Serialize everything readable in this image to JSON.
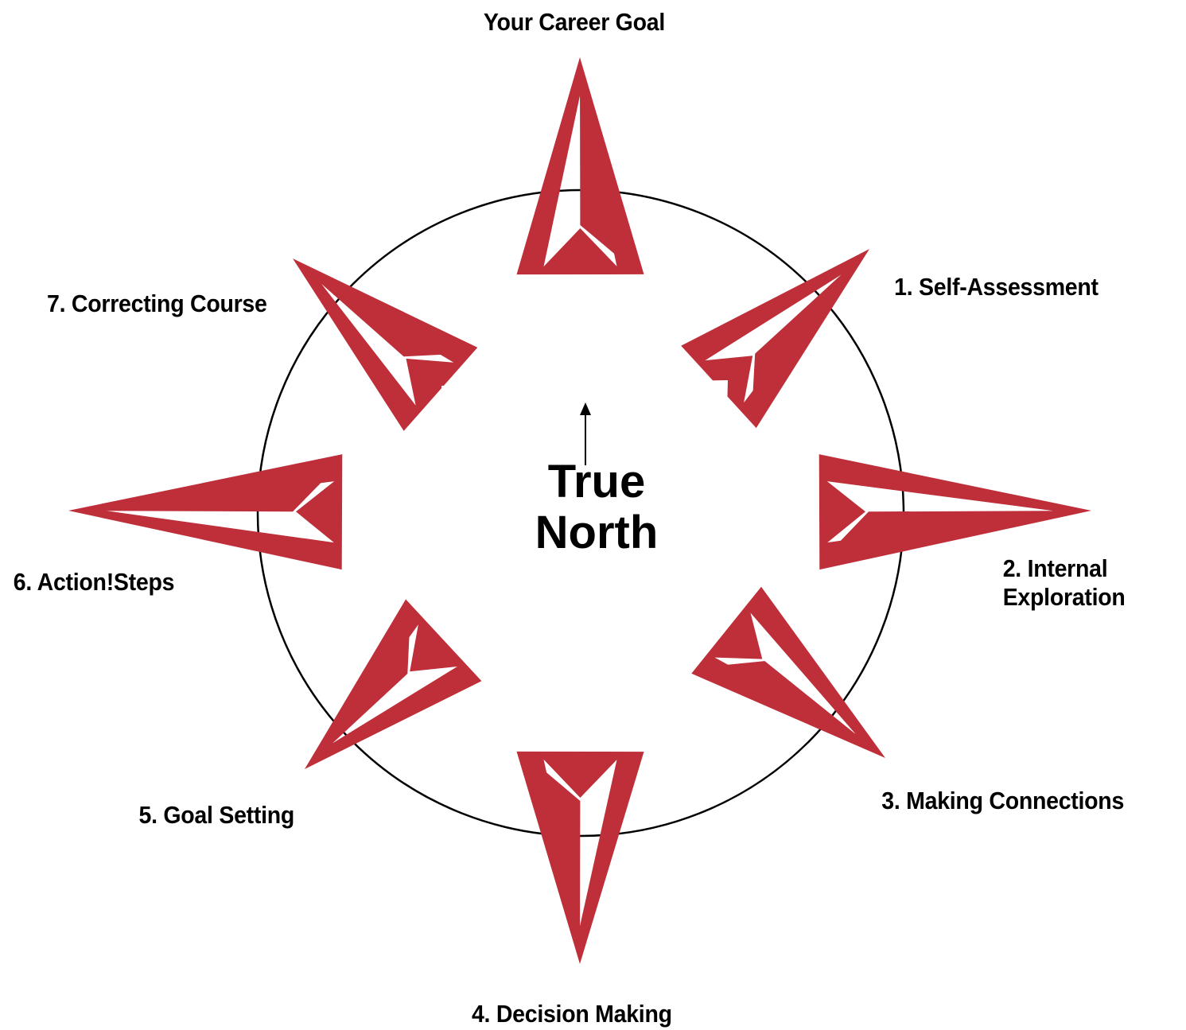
{
  "colors": {
    "star_red": "#bf2f3a",
    "ring": "#000000",
    "background": "#ffffff"
  },
  "center": {
    "line1": "True",
    "line2": "North"
  },
  "labels": {
    "goal": "Your Career Goal",
    "step1": "1. Self-Assessment",
    "step2_line1": "2. Internal",
    "step2_line2": "Exploration",
    "step3": "3. Making Connections",
    "step4": "4. Decision Making",
    "step5": "5. Goal Setting",
    "step6": "6. Action!Steps",
    "step7": "7. Correcting Course"
  }
}
